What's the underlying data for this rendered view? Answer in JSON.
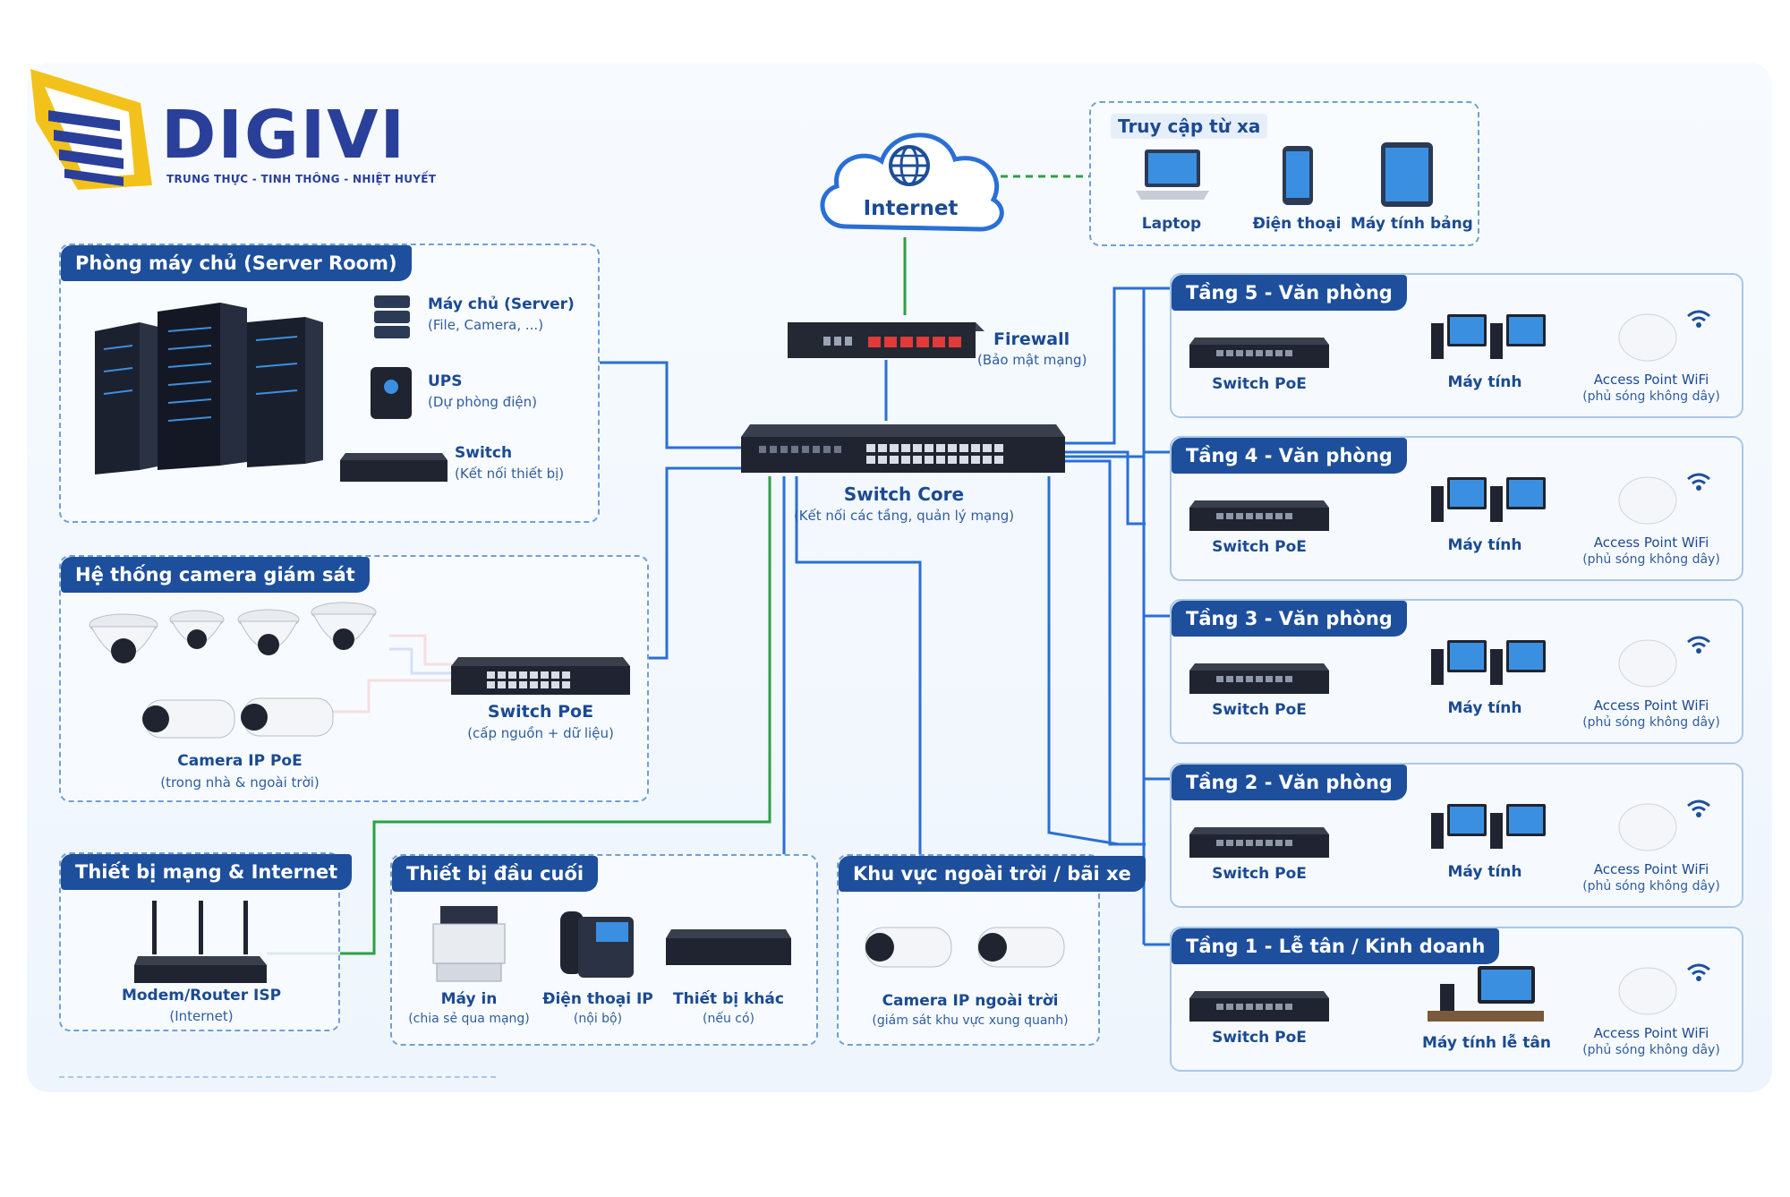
{
  "brand": {
    "name": "DIGIVI",
    "tagline": "TRUNG THỰC - TINH THÔNG - NHIỆT HUYẾT"
  },
  "internet": {
    "label": "Internet"
  },
  "remote": {
    "title": "Truy cập từ xa",
    "devices": [
      "Laptop",
      "Điện thoại",
      "Máy tính bảng"
    ]
  },
  "firewall": {
    "label": "Firewall",
    "sub": "(Bảo mật mạng)"
  },
  "switch_core": {
    "label": "Switch Core",
    "sub": "(Kết nối các tầng, quản lý mạng)"
  },
  "server_room": {
    "title": "Phòng máy chủ (Server Room)",
    "items": [
      {
        "label": "Máy chủ (Server)",
        "sub": "(File, Camera, ...)"
      },
      {
        "label": "UPS",
        "sub": "(Dự phòng điện)"
      },
      {
        "label": "Switch",
        "sub": "(Kết nối thiết bị)"
      }
    ]
  },
  "camera_system": {
    "title": "Hệ thống camera giám sát",
    "camera_label": "Camera IP PoE",
    "camera_sub": "(trong nhà & ngoài trời)",
    "switch_label": "Switch PoE",
    "switch_sub": "(cấp nguồn + dữ liệu)"
  },
  "network_internet": {
    "title": "Thiết bị mạng & Internet",
    "label": "Modem/Router ISP",
    "sub": "(Internet)"
  },
  "end_devices": {
    "title": "Thiết bị đầu cuối",
    "items": [
      {
        "label": "Máy in",
        "sub": "(chia sẻ qua mạng)"
      },
      {
        "label": "Điện thoại IP",
        "sub": "(nội bộ)"
      },
      {
        "label": "Thiết bị khác",
        "sub": "(nếu có)"
      }
    ]
  },
  "outdoor": {
    "title": "Khu vực ngoài trời / bãi xe",
    "label": "Camera IP ngoài trời",
    "sub": "(giám sát khu vực xung quanh)"
  },
  "floors": [
    {
      "title": "Tầng 5 - Văn phòng",
      "switch": "Switch PoE",
      "pc": "Máy tính",
      "ap": "Access Point WiFi",
      "ap_sub": "(phủ sóng không dây)"
    },
    {
      "title": "Tầng 4 - Văn phòng",
      "switch": "Switch PoE",
      "pc": "Máy tính",
      "ap": "Access Point WiFi",
      "ap_sub": "(phủ sóng không dây)"
    },
    {
      "title": "Tầng 3 - Văn phòng",
      "switch": "Switch PoE",
      "pc": "Máy tính",
      "ap": "Access Point WiFi",
      "ap_sub": "(phủ sóng không dây)"
    },
    {
      "title": "Tầng 2 - Văn phòng",
      "switch": "Switch PoE",
      "pc": "Máy tính",
      "ap": "Access Point WiFi",
      "ap_sub": "(phủ sóng không dây)"
    },
    {
      "title": "Tầng 1 - Lễ tân / Kinh doanh",
      "switch": "Switch PoE",
      "pc": "Máy tính lễ tân",
      "ap": "Access Point WiFi",
      "ap_sub": "(phủ sóng không dây)"
    }
  ],
  "colors": {
    "primary": "#1e4f9c",
    "link_blue": "#2a6fd6",
    "link_green": "#2ea043",
    "link_red": "#e03a3a",
    "logo_yellow": "#f2c21b"
  }
}
